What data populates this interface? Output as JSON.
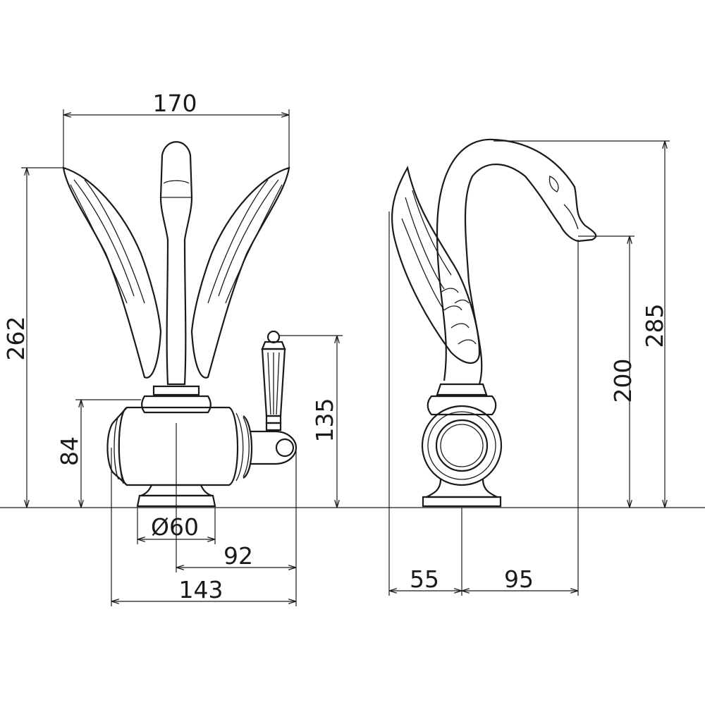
{
  "dimensions": {
    "width_total": "170",
    "height_left": "262",
    "body_height": "84",
    "handle_height": "135",
    "base_diameter": "Ø60",
    "handle_offset": "92",
    "body_width": "143",
    "rear_depth": "55",
    "spout_reach": "95",
    "spout_height": "200",
    "total_height": "285"
  },
  "colors": {
    "line": "#1a1a1a",
    "background": "#ffffff"
  }
}
